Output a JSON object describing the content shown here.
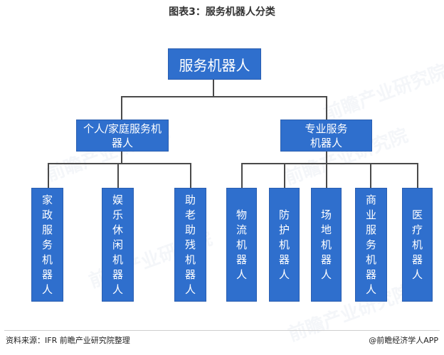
{
  "title": "图表3：服务机器人分类",
  "root": "服务机器人",
  "branches": [
    {
      "label": "个人/家庭服务机器人",
      "children": [
        "家政服务机器人",
        "娱乐休闲机器人",
        "助老助残机器人"
      ]
    },
    {
      "label": "专业服务机器人",
      "children": [
        "物流机器人",
        "防护机器人",
        "场地机器人",
        "商业服务机器人",
        "医疗机器人"
      ]
    }
  ],
  "footer": {
    "source": "资料来源：IFR  前瞻产业研究院整理",
    "brand": "@前瞻经济学人APP"
  },
  "watermark": "前瞻产业研究院",
  "colors": {
    "node": "#2f6fcd",
    "line": "#4a4a4a"
  }
}
